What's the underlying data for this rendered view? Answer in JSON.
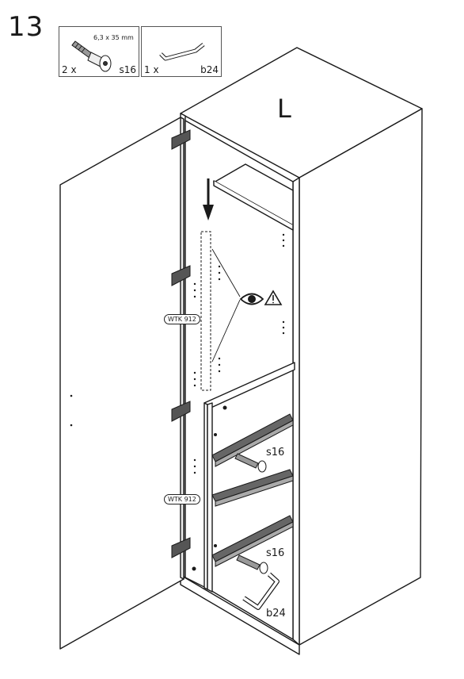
{
  "step": "13",
  "side_label": "L",
  "parts": [
    {
      "qty": "2 x",
      "code": "s16",
      "dimension": "6,3 x 35 mm",
      "icon": "cam-screw-icon"
    },
    {
      "qty": "1 x",
      "code": "b24",
      "icon": "hex-key-icon"
    }
  ],
  "callouts": {
    "tag_upper": "WTK 912",
    "tag_lower": "WTK 912",
    "screw_upper": "s16",
    "screw_lower": "s16",
    "tool": "b24"
  },
  "icons": [
    "eye-icon",
    "warning-icon",
    "down-arrow-icon",
    "hinge-icon",
    "drawer-rail-icon"
  ],
  "colors": {
    "line": "#1a1a1a",
    "shade": "#555555",
    "background": "#ffffff"
  }
}
